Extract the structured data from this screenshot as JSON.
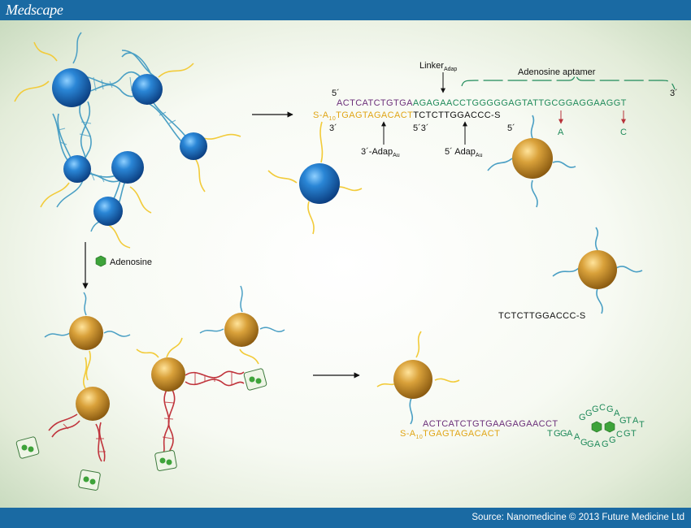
{
  "header": {
    "brand": "Medscape"
  },
  "footer": {
    "source": "Source: Nanomedicine © 2013 Future Medicine Ltd"
  },
  "diagram": {
    "linker_label": "Linker",
    "linker_sub": "Adap",
    "aptamer_label": "Adenosine aptamer",
    "prime5": "5´",
    "prime3": "3´",
    "prime53": "5´3´",
    "top_strand_purple": "ACTCATCTGTGA",
    "top_strand_green1": "AGAGA",
    "top_strand_green2": "ACCTGGGGGAGTATTGCGGAGGAAGGT",
    "bottom_s": "S-A",
    "bottom_sub": "10",
    "bottom_orange": "TGAGTAGACACT",
    "bottom_black": "TCTCTTGGACCC-S",
    "adap_au_3": "3´-Adap",
    "adap_au_5": "5´ Adap",
    "au_sub": "Au",
    "mut_a": "A",
    "mut_c": "C",
    "adenosine_label": "Adenosine",
    "released_strand": "TCTCTTGGACCC-S",
    "final_purple": "ACTCATCTGTGAAGAGAACCT",
    "final_s": "S-A",
    "final_sub": "10",
    "final_orange": "TGAGTAGACACT",
    "loop_top": [
      "G",
      "G",
      "G",
      "C",
      "G",
      "A",
      "G",
      "T",
      "A",
      "T"
    ],
    "loop_bottom": [
      "T",
      "G",
      "G",
      "A",
      "A",
      "G",
      "G",
      "A",
      "G",
      "G",
      "C",
      "G",
      "T"
    ]
  },
  "colors": {
    "bar": "#1a6aa3",
    "purple": "#6b2f7a",
    "green": "#1f8a5a",
    "orange": "#e0a516",
    "blue_np": "#1a6fc0",
    "gold_np": "#c98a1e",
    "dna_blue": "#4a9fc4",
    "dna_red": "#c0343c"
  }
}
